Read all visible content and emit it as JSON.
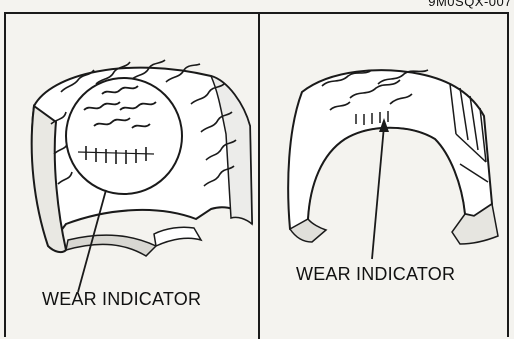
{
  "figure_code": "9M0SQX-007",
  "panels": {
    "left": {
      "label": "WEAR INDICATOR",
      "depicts": "tire-tread-with-wear-indicator-magnified"
    },
    "right": {
      "label": "WEAR INDICATOR",
      "depicts": "worn-tire-tread-with-wear-indicator"
    }
  },
  "colors": {
    "line": "#1a1a1a",
    "paper": "#f4f3ef"
  }
}
